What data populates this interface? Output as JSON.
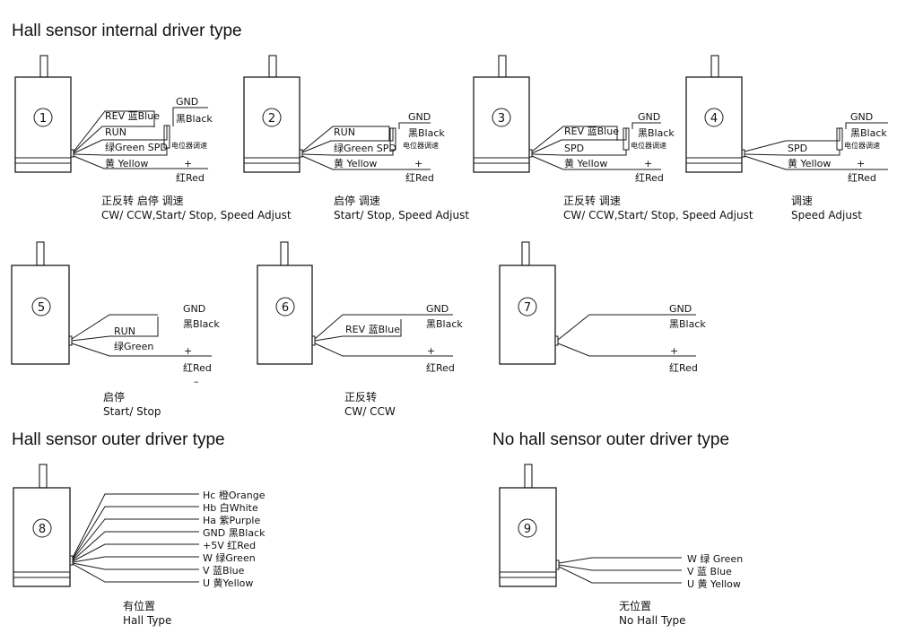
{
  "headings": {
    "internal": "Hall sensor internal driver type",
    "outer_hall": "Hall sensor outer driver type",
    "outer_no_hall": "No hall sensor outer driver type"
  },
  "wire_labels": {
    "gnd": "GND",
    "black": "黑Black",
    "plus": "+",
    "red": "红Red",
    "minus": "–",
    "rev_blue": "REV 蓝Blue",
    "run": "RUN",
    "green_spd": "绿Green SPD",
    "spd": "SPD",
    "green": "绿Green",
    "yellow": "黄 Yellow",
    "pot": "电位器调速"
  },
  "motors": [
    {
      "num": "1",
      "cn": "正反转 启停 调速",
      "en": "CW/ CCW,Start/ Stop, Speed Adjust"
    },
    {
      "num": "2",
      "cn": "启停 调速",
      "en": "Start/ Stop, Speed Adjust"
    },
    {
      "num": "3",
      "cn": "正反转  调速",
      "en": "CW/ CCW,Start/ Stop, Speed Adjust"
    },
    {
      "num": "4",
      "cn": "调速",
      "en": "Speed Adjust"
    },
    {
      "num": "5",
      "cn": "启停",
      "en": "Start/ Stop"
    },
    {
      "num": "6",
      "cn": "正反转",
      "en": "CW/ CCW"
    },
    {
      "num": "7",
      "cn": "",
      "en": ""
    },
    {
      "num": "8",
      "cn": "有位置",
      "en": "Hall Type"
    },
    {
      "num": "9",
      "cn": "无位置",
      "en": "No Hall Type"
    }
  ],
  "hall_wires": [
    "Hc  橙Orange",
    "Hb  白White",
    "Ha  紫Purple",
    "GND 黑Black",
    "+5V  红Red",
    "W    绿Green",
    "V    蓝Blue",
    "U    黄Yellow"
  ],
  "nohall_wires": [
    "W  绿  Green",
    "V  蓝  Blue",
    "U  黄  Yellow"
  ]
}
